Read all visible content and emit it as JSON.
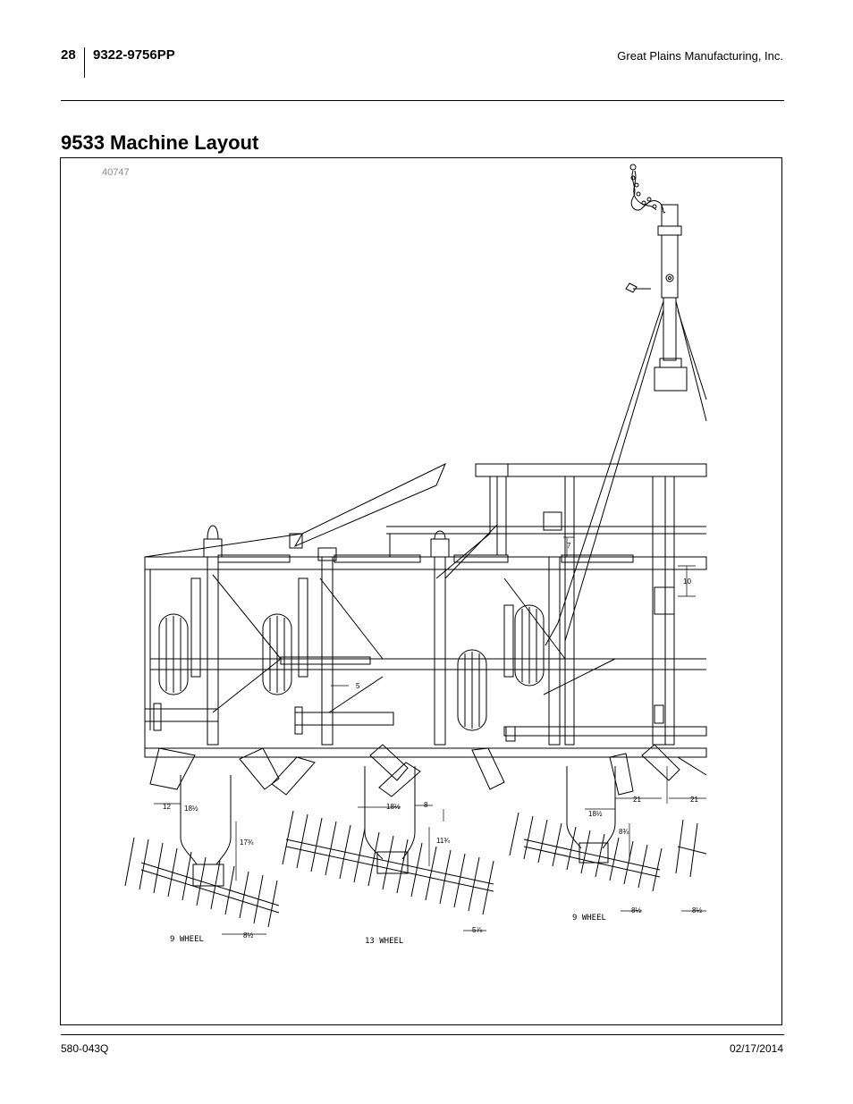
{
  "header": {
    "page_number": "28",
    "doc_code": "9322-9756PP",
    "company": "Great Plains Manufacturing, Inc."
  },
  "title": "9533 Machine Layout",
  "figure": {
    "figure_number": "40747",
    "labels": {
      "wheel_left": "9 WHEEL",
      "wheel_center": "13 WHEEL",
      "wheel_right": "9 WHEEL"
    },
    "dimensions": {
      "d_7": "7",
      "d_10": "10",
      "d_5": "5",
      "d_12": "12",
      "d_18_left": "18½",
      "d_18_center": "18½",
      "d_18_right": "18½",
      "d_8": "8",
      "d_17": "17¾",
      "d_11": "11¾",
      "d_8_lower_left": "8½",
      "d_5_78": "5⅞",
      "d_8_lower_right": "8½",
      "d_8_far_right": "8½",
      "d_8_34": "8¾",
      "d_21_a": "21",
      "d_21_b": "21"
    }
  },
  "footer": {
    "part_number": "580-043Q",
    "date": "02/17/2014"
  }
}
